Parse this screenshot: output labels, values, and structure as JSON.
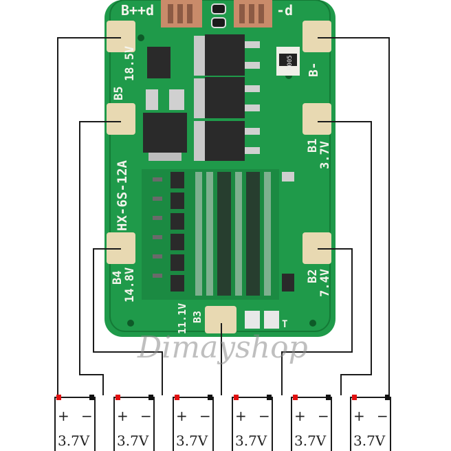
{
  "board": {
    "model": "HX-6S-12A",
    "top_left_label": "B+",
    "top_mid_left_label": "+d",
    "top_right_label": "-d",
    "resistor_label": "R005",
    "pads": {
      "bminus": "B-",
      "b1_name": "B1",
      "b1_volt": "3.7V",
      "b2_name": "B2",
      "b2_volt": "7.4V",
      "b3_name": "B3",
      "b3_volt": "11.1V",
      "b4_name": "B4",
      "b4_volt": "14.8V",
      "b5_name": "B5",
      "b5_volt": "18.5V"
    },
    "t_label": "T"
  },
  "watermark": "Dimayshop",
  "cells": [
    {
      "plus": "+",
      "minus": "−",
      "voltage": "3.7V"
    },
    {
      "plus": "+",
      "minus": "−",
      "voltage": "3.7V"
    },
    {
      "plus": "+",
      "minus": "−",
      "voltage": "3.7V"
    },
    {
      "plus": "+",
      "minus": "−",
      "voltage": "3.7V"
    },
    {
      "plus": "+",
      "minus": "−",
      "voltage": "3.7V"
    },
    {
      "plus": "+",
      "minus": "−",
      "voltage": "3.7V"
    }
  ],
  "colors": {
    "pcb": "#1f9a4a",
    "pcb_dark": "#147a36",
    "pad": "#e8d9b2",
    "wire": "#1a1a1a",
    "plus_terminal": "#e01010",
    "minus_terminal": "#111111"
  }
}
